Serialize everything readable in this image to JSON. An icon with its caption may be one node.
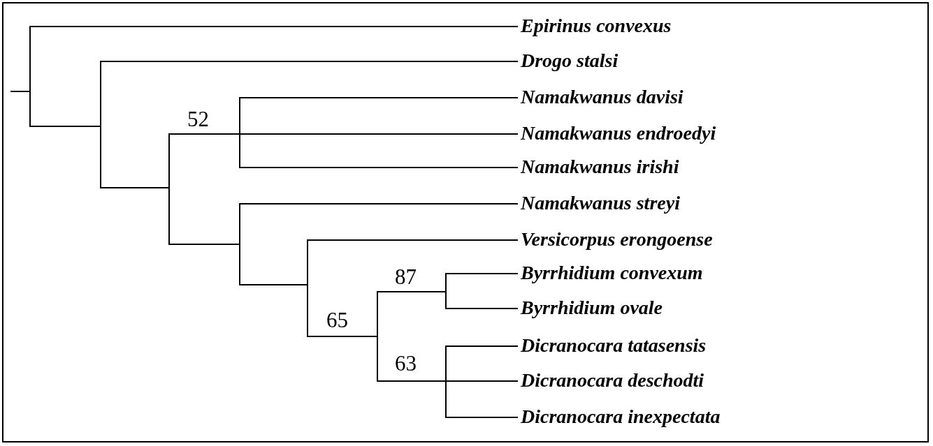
{
  "diagram": {
    "nodes": [
      {
        "text": [
          "Epirinus convexus"
        ]
      },
      {
        "text": [
          "Drogo stalsi"
        ]
      },
      {
        "text": [
          "Namakwanus davisi"
        ]
      },
      {
        "text": [
          "Namakwanus endroedyi"
        ]
      },
      {
        "text": [
          "Namakwanus irishi"
        ]
      },
      {
        "text": [
          "Namakwanus streyi"
        ]
      },
      {
        "text": [
          "Versicorpus erongoense"
        ]
      },
      {
        "text": [
          "Byrrhidium convexum"
        ]
      },
      {
        "text": [
          "Byrrhidium ovale"
        ]
      },
      {
        "text": [
          "Dicranocara tatasensis"
        ]
      },
      {
        "text": [
          "Dicranocara deschodti"
        ]
      },
      {
        "text": [
          "Dicranocara inexpectata"
        ]
      },
      {
        "text": [],
        "shape": "bar"
      },
      {
        "text": [],
        "shape": "bar"
      },
      {
        "text": [],
        "shape": "bar"
      },
      {
        "text": [],
        "shape": "bar"
      },
      {
        "text": [],
        "shape": "bar"
      },
      {
        "text": [],
        "shape": "bar"
      },
      {
        "text": [],
        "shape": "bar"
      },
      {
        "text": [],
        "shape": "bar"
      },
      {
        "text": [],
        "shape": "bar"
      }
    ],
    "labels": [
      "52",
      "87",
      "65",
      "63"
    ],
    "edges": [
      {
        "from": null,
        "to": 12,
        "arrow": "none"
      },
      {
        "from": 12,
        "to": 0,
        "arrow": "none"
      },
      {
        "from": 12,
        "to": 13,
        "arrow": "none"
      },
      {
        "from": 13,
        "to": 1,
        "arrow": "none"
      },
      {
        "from": 13,
        "to": 14,
        "arrow": "none"
      },
      {
        "from": 14,
        "to": 15,
        "arrow": "none"
      },
      {
        "from": 14,
        "to": 16,
        "arrow": "none"
      },
      {
        "from": 15,
        "to": 2,
        "arrow": "none"
      },
      {
        "from": 15,
        "to": 3,
        "arrow": "none"
      },
      {
        "from": 15,
        "to": 4,
        "arrow": "none"
      },
      {
        "from": 16,
        "to": 5,
        "arrow": "none"
      },
      {
        "from": 16,
        "to": 17,
        "arrow": "none"
      },
      {
        "from": 17,
        "to": 6,
        "arrow": "none"
      },
      {
        "from": 17,
        "to": 18,
        "arrow": "none"
      },
      {
        "from": 18,
        "to": 19,
        "arrow": "none"
      },
      {
        "from": 18,
        "to": 20,
        "arrow": "none"
      },
      {
        "from": 19,
        "to": 7,
        "arrow": "none"
      },
      {
        "from": 19,
        "to": 8,
        "arrow": "none"
      },
      {
        "from": 20,
        "to": 9,
        "arrow": "none"
      },
      {
        "from": 20,
        "to": 10,
        "arrow": "none"
      },
      {
        "from": 20,
        "to": 11,
        "arrow": "none"
      }
    ]
  }
}
